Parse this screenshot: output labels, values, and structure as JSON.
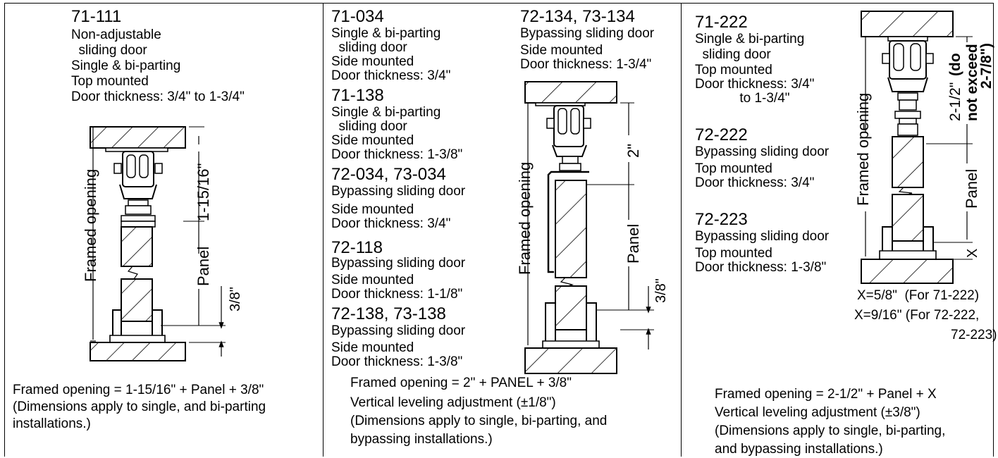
{
  "panel1": {
    "code": "71-111",
    "desc": [
      "Non-adjustable",
      "  sliding door",
      "Single & bi-parting",
      "Top mounted",
      "Door thickness: 3/4\" to 1-3/4\""
    ],
    "dims": {
      "top": "1-15/16\"",
      "panel": "Panel",
      "bottom": "3/8\"",
      "opening": "Framed opening"
    },
    "note": [
      "Framed opening = 1-15/16\" + Panel + 3/8\"",
      "(Dimensions apply to single, and bi-parting",
      "installations.)"
    ]
  },
  "panel2": {
    "items": [
      {
        "code": "71-034",
        "desc": [
          "Single & bi-parting",
          "  sliding door",
          "Side mounted",
          "Door thickness: 3/4\""
        ]
      },
      {
        "code": "71-138",
        "desc": [
          "Single & bi-parting",
          "  sliding door",
          "Side mounted",
          "Door thickness: 1-3/8\""
        ]
      },
      {
        "code": "72-034, 73-034",
        "desc": [
          "Bypassing sliding door",
          "Side mounted",
          "Door thickness: 3/4\""
        ]
      },
      {
        "code": "72-118",
        "desc": [
          "Bypassing sliding door",
          "Side mounted",
          "Door thickness: 1-1/8\""
        ]
      },
      {
        "code": "72-138, 73-138",
        "desc": [
          "Bypassing sliding door",
          "Side mounted",
          "Door thickness: 1-3/8\""
        ]
      }
    ],
    "right_item": {
      "code": "72-134, 73-134",
      "desc": [
        "Bypassing sliding door",
        "Side mounted",
        "Door thickness: 1-3/4\""
      ]
    },
    "dims": {
      "top": "2\"",
      "panel": "Panel",
      "bottom": "3/8\"",
      "opening": "Framed opening"
    },
    "note": [
      "Framed opening = 2\" + PANEL + 3/8\"",
      "Vertical leveling adjustment (±1/8\")",
      "(Dimensions apply to single, bi-parting, and",
      "bypassing installations.)"
    ]
  },
  "panel3": {
    "items": [
      {
        "code": "71-222",
        "desc": [
          "Single & bi-parting",
          "  sliding door",
          "Top mounted",
          "Door thickness: 3/4\"",
          "            to 1-3/4\""
        ]
      },
      {
        "code": "72-222",
        "desc": [
          "Bypassing sliding door",
          "Top mounted",
          "Door thickness: 3/4\""
        ]
      },
      {
        "code": "72-223",
        "desc": [
          "Bypassing sliding door",
          "Top mounted",
          "Door thickness: 1-3/8\""
        ]
      }
    ],
    "dims": {
      "top": "2-1/2\"",
      "top_note1": "(do",
      "top_note2": "not exceed",
      "top_note3": "2-7/8\")",
      "panel": "Panel",
      "bottom": "X",
      "opening": "Framed opening"
    },
    "x_values": [
      "X=5/8\"  (For 71-222)",
      "X=9/16\" (For 72-222,",
      "72-223)"
    ],
    "note": [
      "Framed opening = 2-1/2\" + Panel + X",
      "Vertical leveling adjustment (±3/8\")",
      "(Dimensions apply to single, bi-parting,",
      "and bypassing installations.)"
    ]
  }
}
